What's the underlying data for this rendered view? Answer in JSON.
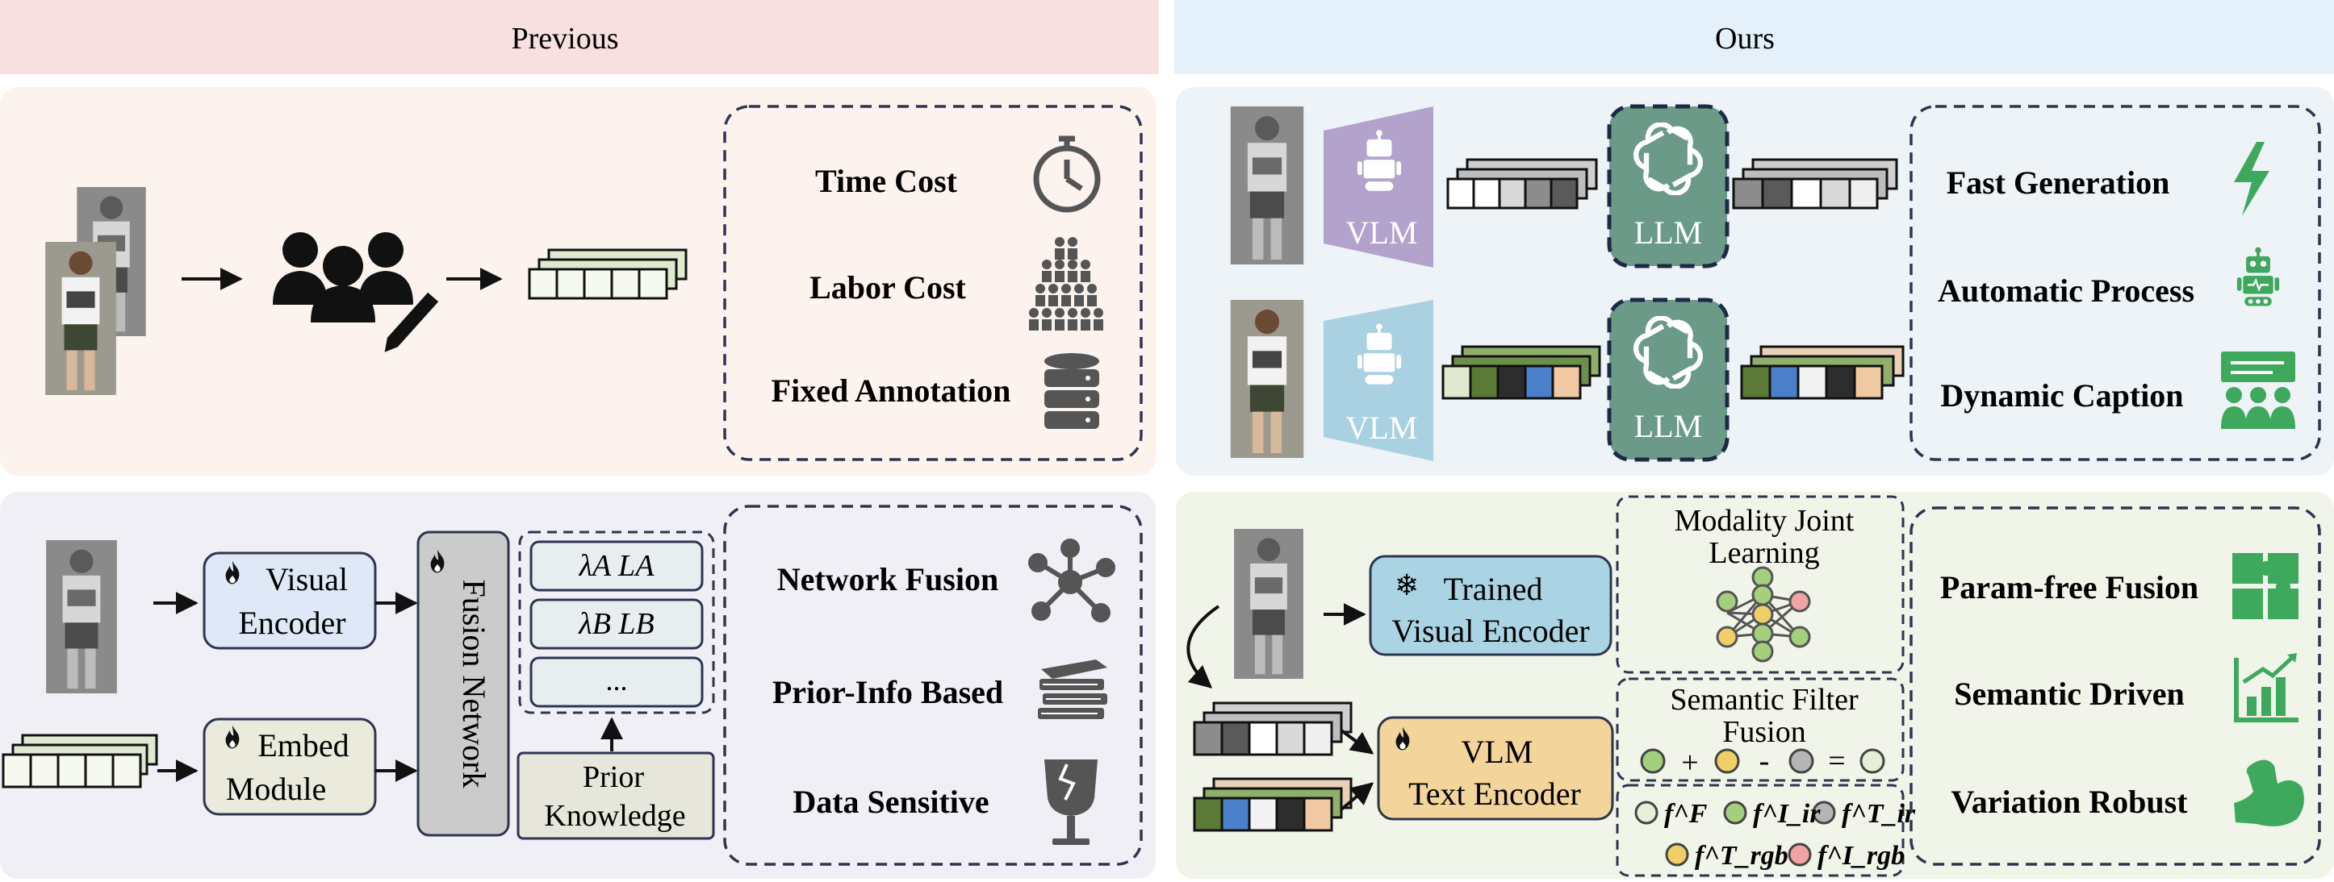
{
  "headers": {
    "left": "Previous",
    "right": "Ours"
  },
  "q1": {
    "items": [
      {
        "label": "Time Cost",
        "icon": "stopwatch-icon"
      },
      {
        "label": "Labor Cost",
        "icon": "crowd-icon"
      },
      {
        "label": "Fixed Annotation",
        "icon": "database-icon"
      }
    ]
  },
  "q2": {
    "vlm": "VLM",
    "llm": "LLM",
    "items": [
      {
        "label": "Fast Generation",
        "icon": "lightning-icon"
      },
      {
        "label": "Automatic Process",
        "icon": "robot-icon"
      },
      {
        "label": "Dynamic Caption",
        "icon": "presentation-icon"
      }
    ]
  },
  "q3": {
    "visual_encoder": [
      "Visual",
      "Encoder"
    ],
    "embed_module": [
      "Embed",
      "Module"
    ],
    "fusion_network": "Fusion Network",
    "losses": [
      "λA LA",
      "λB LB",
      "..."
    ],
    "prior_knowledge": [
      "Prior",
      "Knowledge"
    ],
    "items": [
      {
        "label": "Network Fusion",
        "icon": "network-icon"
      },
      {
        "label": "Prior-Info Based",
        "icon": "books-icon"
      },
      {
        "label": "Data Sensitive",
        "icon": "fragile-glass-icon"
      }
    ]
  },
  "q4": {
    "trained_encoder": [
      "Trained",
      "Visual Encoder"
    ],
    "text_encoder": [
      "VLM",
      "Text Encoder"
    ],
    "modality_joint": [
      "Modality Joint",
      "Learning"
    ],
    "semantic_filter": [
      "Semantic Filter",
      "Fusion"
    ],
    "equation_ops": [
      "+",
      "-",
      "="
    ],
    "features": [
      "f^F",
      "f^I_ir",
      "f^T_ir",
      "f^T_rgb",
      "f^I_rgb"
    ],
    "items": [
      {
        "label": "Param-free Fusion",
        "icon": "puzzle-icon"
      },
      {
        "label": "Semantic Driven",
        "icon": "growth-chart-icon"
      },
      {
        "label": "Variation Robust",
        "icon": "muscle-arm-icon"
      }
    ]
  },
  "colors": {
    "previous_header": "#f7e0df",
    "ours_header": "#e4f1fa",
    "q1_bg": "#fcf3ee",
    "q2_bg": "#eef3f7",
    "q3_bg": "#f0eff6",
    "q4_bg": "#f1f5e9",
    "llm_green": "#6b9a88",
    "vlm_purple": "#b3a2cb",
    "vlm_blue": "#a9d1e2",
    "icon_green": "#3ea85c",
    "icon_gray": "#555555"
  }
}
